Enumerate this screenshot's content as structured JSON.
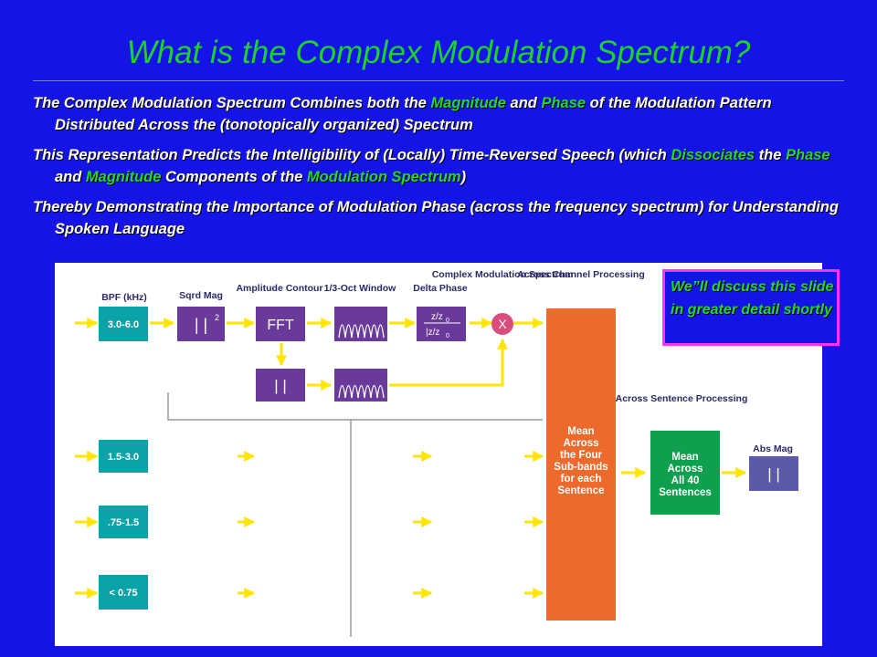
{
  "slide": {
    "title": "What is the Complex Modulation Spectrum?",
    "bullets": [
      {
        "parts": [
          {
            "text": "The Complex Modulation Spectrum Combines both the ",
            "hl": false
          },
          {
            "text": "Magnitude",
            "hl": true
          },
          {
            "text": " and ",
            "hl": false
          },
          {
            "text": "Phase",
            "hl": true
          },
          {
            "text": " of the Modulation Pattern Distributed Across the (tonotopically organized) Spectrum",
            "hl": false
          }
        ]
      },
      {
        "parts": [
          {
            "text": "This Representation Predicts the Intelligibility of (Locally) Time-Reversed Speech (which ",
            "hl": false
          },
          {
            "text": "Dissociates",
            "hl": true
          },
          {
            "text": " the ",
            "hl": false
          },
          {
            "text": "Phase",
            "hl": true
          },
          {
            "text": " and ",
            "hl": false
          },
          {
            "text": "Magnitude",
            "hl": true
          },
          {
            "text": " Components of the ",
            "hl": false
          },
          {
            "text": "Modulation Spectrum",
            "hl": true
          },
          {
            "text": ")",
            "hl": false
          }
        ]
      },
      {
        "parts": [
          {
            "text": "Thereby Demonstrating the Importance of Modulation Phase (across the frequency spectrum) for Understanding Spoken Language",
            "hl": false
          }
        ]
      }
    ],
    "callout": "We”ll discuss this slide in greater detail shortly",
    "colors": {
      "background": "#1414e6",
      "title": "#1fd12c",
      "highlight": "#22d630",
      "callout_border": "#ff33ff"
    }
  },
  "diagram": {
    "headers": {
      "bpf": "BPF (kHz)",
      "sqrd_mag": "Sqrd Mag",
      "amplitude_contour": "Amplitude Contour",
      "third_oct_window": "1/3-Oct Window",
      "delta_phase": "Delta Phase",
      "complex_mod_spectrum": "Complex Modulation Spectrum",
      "across_channel": "Across Channel Processing",
      "across_sentence": "Across Sentence Processing",
      "abs_mag": "Abs Mag"
    },
    "bands": [
      "3.0-6.0",
      "1.5-3.0",
      ".75-1.5",
      "< 0.75"
    ],
    "sqrd_mag_symbol": "| |",
    "sqrd_mag_exponent": "2",
    "fft_label": "FFT",
    "mag_symbol": "| |",
    "delta_phase_top": "z/z",
    "delta_phase_bottom": "|z/z",
    "delta_phase_sub": "0",
    "multiply_symbol": "X",
    "channel_box_text": "Mean Across the Four Sub-bands for each Sentence",
    "sentence_box_text": "Mean Across All 40 Sentences",
    "abs_mag_symbol": "| |",
    "colors": {
      "teal": "#0aa3a8",
      "purple": "#6a3a9a",
      "orange": "#ee6a2c",
      "green": "#0ea04e",
      "abs_purple": "#5a5aa8",
      "arrow": "#ffe600",
      "pink": "#d94d7a"
    }
  }
}
